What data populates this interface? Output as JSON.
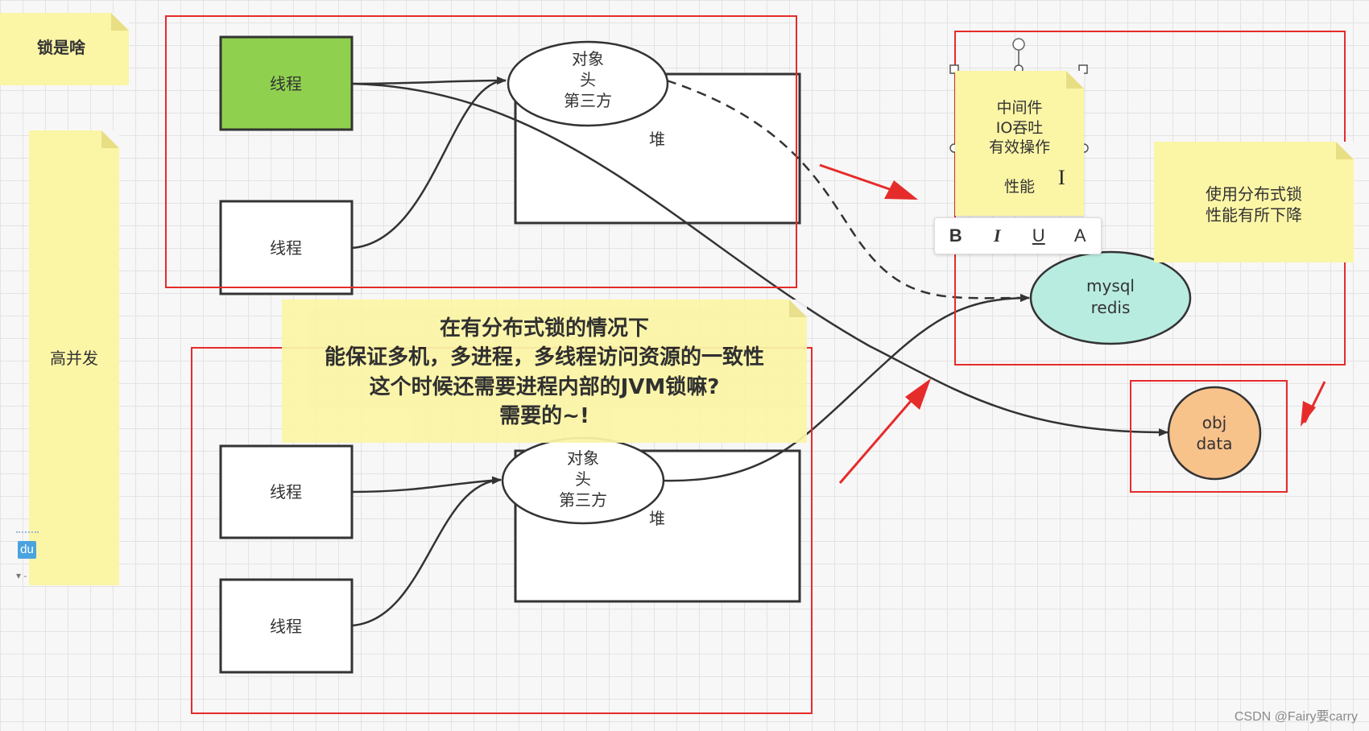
{
  "notes": {
    "lock_what": "锁是啥",
    "high_concurrency": "高并发",
    "middleware": [
      "中间件",
      "IO吞吐",
      "有效操作",
      "",
      "性能"
    ],
    "perf_drop": [
      "使用分布式锁",
      "性能有所下降"
    ],
    "question": [
      "在有分布式锁的情况下",
      "能保证多机，多进程，多线程访问资源的一致性",
      "这个时候还需要进程内部的JVM锁嘛?",
      "需要的~!"
    ]
  },
  "diagram": {
    "thread_label": "线程",
    "object_header": [
      "对象",
      "头",
      "第三方"
    ],
    "heap_label": "堆",
    "db_lines": [
      "mysql",
      "redis"
    ],
    "obj_lines": [
      "obj",
      "data"
    ]
  },
  "toolbar": {
    "bold": "B",
    "italic": "I",
    "underline": "U",
    "color": "A"
  },
  "sidebar": {
    "du": "du",
    "mini": "▾ -"
  },
  "watermark": "CSDN @Fairy要carry",
  "colors": {
    "thread_active": "#8fd14f",
    "db_fill": "#b9ece0",
    "obj_fill": "#f8c28b",
    "sticky": "#fbf5a6",
    "frame_red": "#e62b2b"
  }
}
